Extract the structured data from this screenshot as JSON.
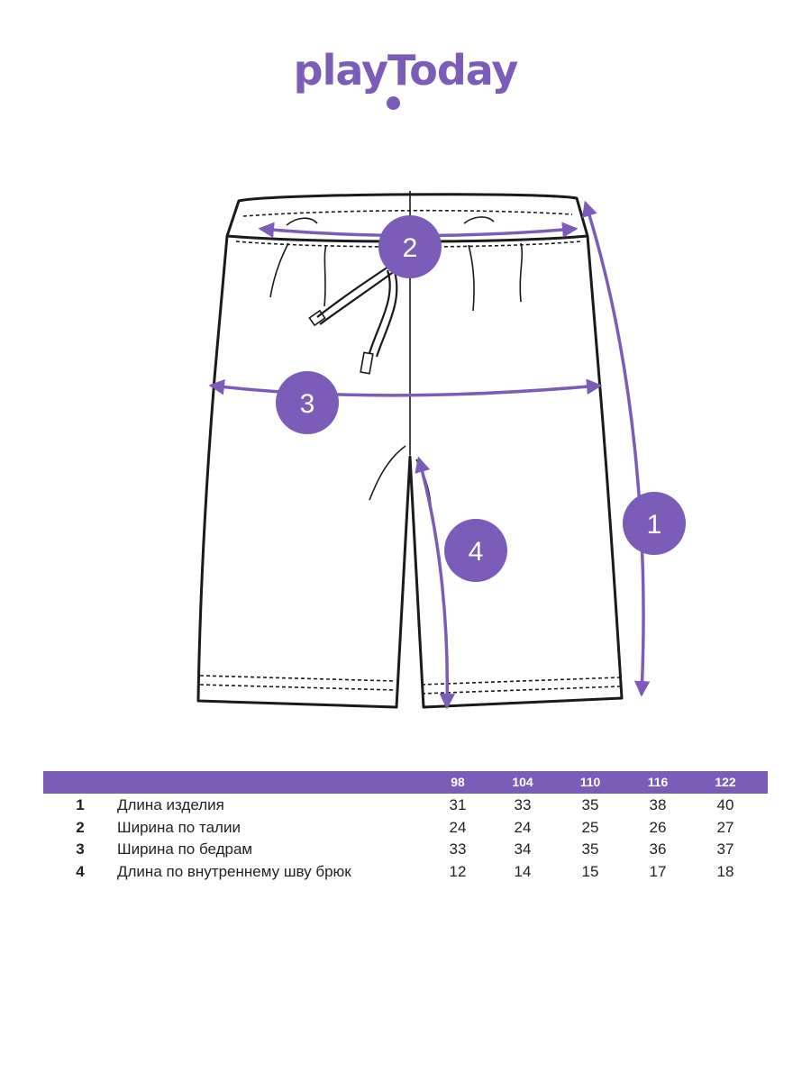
{
  "brand": {
    "name": "playToday",
    "color": "#7b5cb8"
  },
  "diagram": {
    "markers": [
      {
        "id": "1",
        "label": "1"
      },
      {
        "id": "2",
        "label": "2"
      },
      {
        "id": "3",
        "label": "3"
      },
      {
        "id": "4",
        "label": "4"
      }
    ],
    "line_color": "#1a1a1a",
    "accent_color": "#7b5cb8"
  },
  "size_table": {
    "header_color": "#7b5cb8",
    "sizes": [
      "98",
      "104",
      "110",
      "116",
      "122"
    ],
    "rows": [
      {
        "num": "1",
        "label": "Длина изделия",
        "values": [
          "31",
          "33",
          "35",
          "38",
          "40"
        ]
      },
      {
        "num": "2",
        "label": "Ширина по талии",
        "values": [
          "24",
          "24",
          "25",
          "26",
          "27"
        ]
      },
      {
        "num": "3",
        "label": "Ширина по бедрам",
        "values": [
          "33",
          "34",
          "35",
          "36",
          "37"
        ]
      },
      {
        "num": "4",
        "label": "Длина по внутреннему шву брюк",
        "values": [
          "12",
          "14",
          "15",
          "17",
          "18"
        ]
      }
    ]
  }
}
